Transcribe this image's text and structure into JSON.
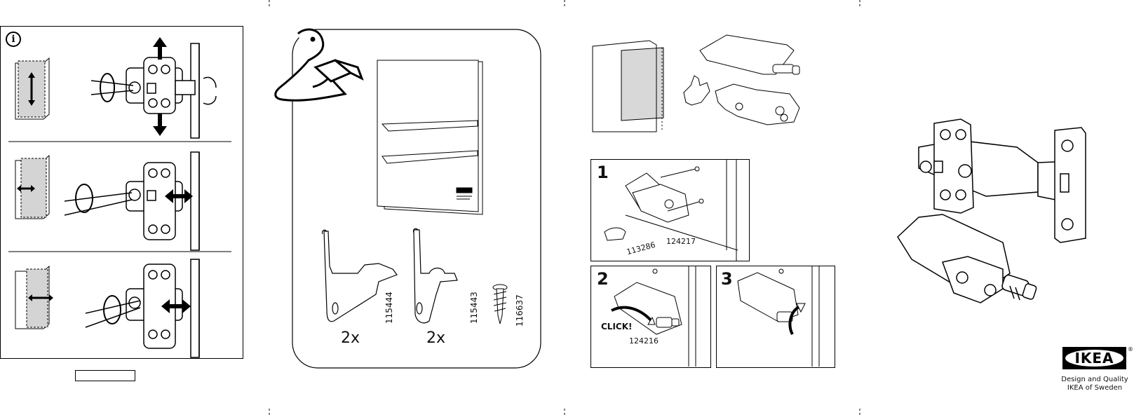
{
  "info_panel": {
    "icon": "info-icon",
    "icon_glyph": "i"
  },
  "parts": [
    {
      "number": "115444",
      "quantity": "2x"
    },
    {
      "number": "115443",
      "quantity": "2x"
    },
    {
      "number": "116637"
    }
  ],
  "steps": [
    {
      "number": "1",
      "labels": [
        "113286",
        "124217"
      ]
    },
    {
      "number": "2",
      "labels": [
        "CLICK!",
        "124216"
      ]
    },
    {
      "number": "3",
      "labels": []
    }
  ],
  "brand": {
    "logo_text": "IKEA",
    "registered": "®",
    "tagline_1": "Design and Quality",
    "tagline_2": "IKEA of Sweden",
    "logo_color": "#000000"
  }
}
